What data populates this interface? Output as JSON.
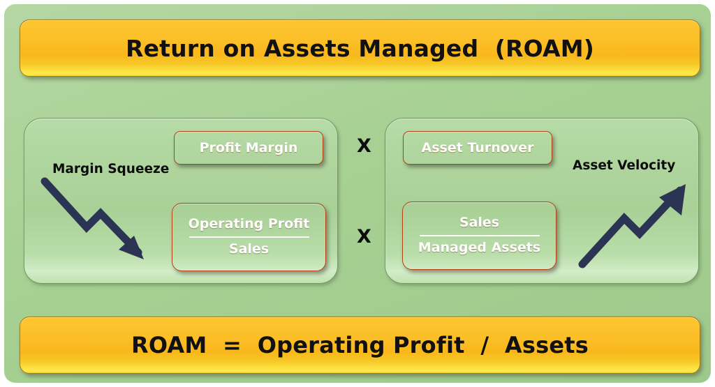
{
  "diagram": {
    "title_banner": "Return on Assets Managed  (ROAM)",
    "formula_banner": "ROAM  =  Operating Profit  /  Assets",
    "operators": {
      "multiply_top": "X",
      "multiply_bottom": "X"
    },
    "left_panel": {
      "metric_label": "Profit Margin",
      "fraction": {
        "numerator": "Operating Profit",
        "denominator": "Sales"
      },
      "annotation": "Margin Squeeze",
      "arrow": "arrow-down-trend"
    },
    "right_panel": {
      "metric_label": "Asset Turnover",
      "fraction": {
        "numerator": "Sales",
        "denominator": "Managed Assets"
      },
      "annotation": "Asset Velocity",
      "arrow": "arrow-up-trend"
    },
    "colors": {
      "board_green": "#a8d195",
      "panel_green": "#b1d7a0",
      "banner_yellow": "#fbbe26",
      "button_orange": "#e85d1c",
      "arrow_navy": "#2b3553",
      "text_dark": "#0c0c0c",
      "text_light": "#ffffff"
    }
  }
}
